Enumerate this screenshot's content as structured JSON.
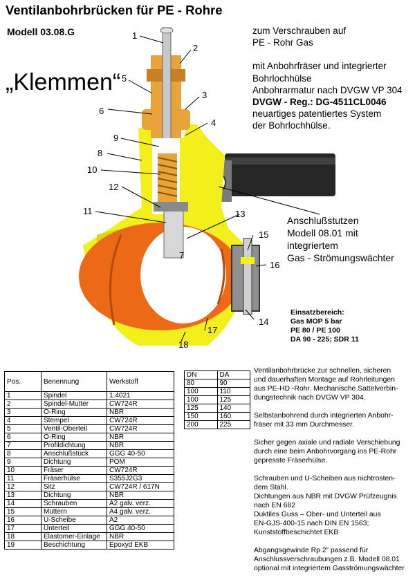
{
  "title": "Ventilanbohrbrücken für PE - Rohre",
  "model": "Modell 03.08.G",
  "subtitle": "„Klemmen“",
  "description": {
    "line1": "zum Verschrauben auf",
    "line2": "PE - Rohr  Gas",
    "line3": "mit Anbohrfräser und integrierter",
    "line4": "Bohrlochhülse",
    "line5": "Anbohrarmatur nach DVGW VP 304",
    "line6": "DVGW - Reg.: DG-4511CL0046",
    "line7": "neuartiges patentiertes System",
    "line8": "der Bohrlochhülse."
  },
  "callout": {
    "line1": "Anschlußstutzen",
    "line2": "Modell 08.01 mit",
    "line3": "integriertem",
    "line4": "Gas - Strömungswächter"
  },
  "einsatz": {
    "heading": "Einsatzbereich:",
    "line1": "Gas MOP 5 bar",
    "line2": "PE 80 / PE 100",
    "line3": "DA 90 - 225;  SDR 11"
  },
  "part_labels": [
    "1",
    "2",
    "3",
    "4",
    "5",
    "6",
    "7",
    "8",
    "9",
    "10",
    "11",
    "12",
    "13",
    "14",
    "15",
    "16",
    "17",
    "18"
  ],
  "parts_table": {
    "headers": [
      "Pos.",
      "Benennung",
      "Werkstoff"
    ],
    "rows": [
      [
        "1",
        "Spindel",
        "1.4021"
      ],
      [
        "2",
        "Spindel-Mutter",
        "CW724R"
      ],
      [
        "3",
        "O-Ring",
        "NBR"
      ],
      [
        "4",
        "Stempel",
        "CW724R"
      ],
      [
        "5",
        "Ventil-Oberteil",
        "CW724R"
      ],
      [
        "6",
        "O-Ring",
        "NBR"
      ],
      [
        "7",
        "Profildichtung",
        "NBR"
      ],
      [
        "8",
        "Anschlußstück",
        "GGG 40-50"
      ],
      [
        "9",
        "Dichtung",
        "POM"
      ],
      [
        "10",
        "Fräser",
        "CW724R"
      ],
      [
        "11",
        "Fräserhülse",
        "S355J2G3"
      ],
      [
        "12",
        "Sitz",
        "CW724R / 617N"
      ],
      [
        "13",
        "Dichtung",
        "NBR"
      ],
      [
        "14",
        "Schrauben",
        "A2  galv. verz."
      ],
      [
        "15",
        "Muttern",
        "A4  galv. verz."
      ],
      [
        "16",
        "U-Scheibe",
        "A2"
      ],
      [
        "17",
        "Unterteil",
        "GGG 40-50"
      ],
      [
        "18",
        "Elastomer-Einlage",
        "NBR"
      ],
      [
        "19",
        "Beschichtung",
        "Epoxyd  EKB"
      ]
    ]
  },
  "dn_table": {
    "headers": [
      "DN",
      "DA"
    ],
    "rows": [
      [
        "80",
        "90"
      ],
      [
        "100",
        "110"
      ],
      [
        "100",
        "125"
      ],
      [
        "125",
        "140"
      ],
      [
        "150",
        "160"
      ],
      [
        "200",
        "225"
      ]
    ]
  },
  "bottom_text": {
    "p1": "Ventilanbohrbrücke zur schnellen, sicheren\nund dauerhaften Montage auf Rohrleitungen\naus  PE-HD -Rohr. Mechanische Sattelverbin-\ndungstechnik nach DVGW VP 304.",
    "p2": "Selbstanbohrend durch  integrierten  Anbohr-\nfräser mit 33 mm Durchmesser.",
    "p3": "Sicher gegen axiale und radiale Verschiebung\ndurch eine beim Anbohrvorgang ins PE-Rohr\ngepresste Fräserhülse.",
    "p4": "Schrauben  und U-Scheiben aus nichtrosten-\ndem Stahl.\nDichtungen aus NBR mit DVGW  Prüfzeugnis\nnach EN 682\nDuktiles Guss – Ober- und Unterteil  aus\nEN-GJS-400-15  nach DIN EN  1563;\nKunststoffbeschichtet EKB",
    "p5": "Abgangsgewinde Rp 2“ passend für\nAnschlussverschraubungen z.B. Modell 08.01\noptional mit integriertem Gasströmungswächter"
  },
  "colors": {
    "yellow_body": "#f2ef1c",
    "brass": "#e7a43a",
    "pipe_orange": "#ec6a17",
    "steel_grey": "#b8b8b8",
    "black_pipe": "#262626"
  }
}
